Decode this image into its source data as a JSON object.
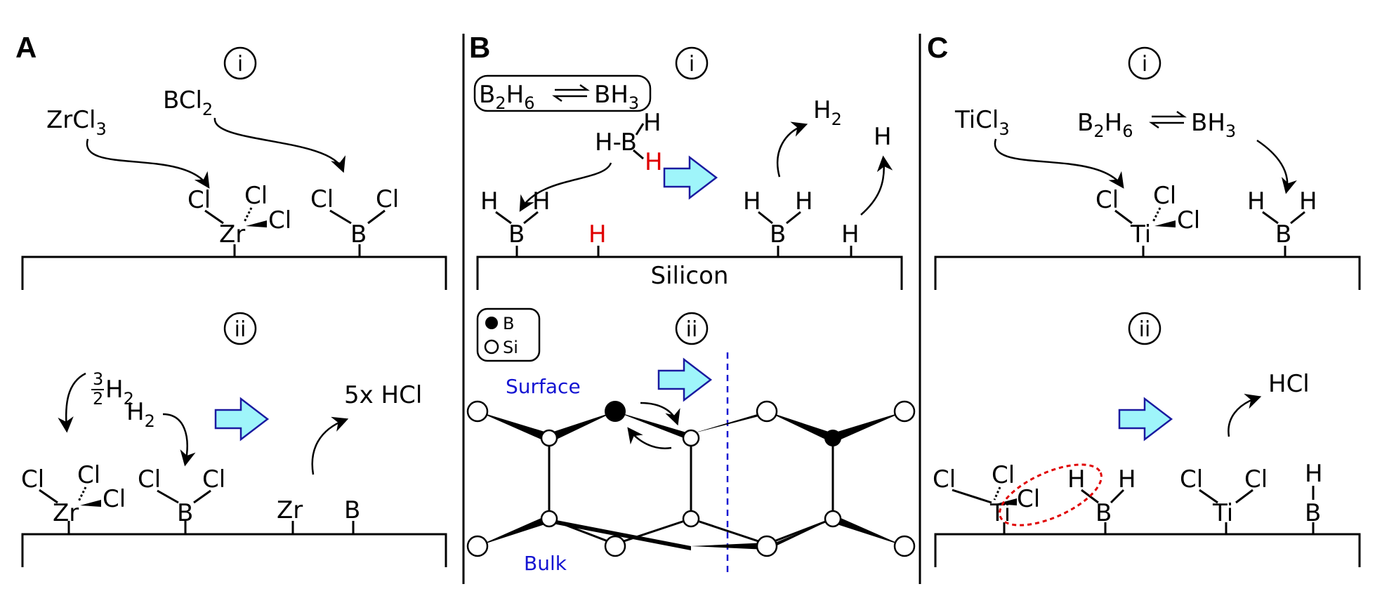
{
  "panels": {
    "a": "A",
    "b": "B",
    "c": "C"
  },
  "roman": {
    "i": "i",
    "ii": "ii"
  },
  "panelA": {
    "zrcl3": "ZrCl",
    "zrcl3_sub": "3",
    "bcl2": "BCl",
    "bcl2_sub": "2",
    "cl": "Cl",
    "zr": "Zr",
    "b": "B",
    "h2_frac_num": "3",
    "h2_frac_den": "2",
    "h2": "H",
    "h2_sub": "2",
    "hcl": "5x HCl"
  },
  "panelB": {
    "eq_b": "B",
    "eq_2": "2",
    "eq_h": "H",
    "eq_6": "6",
    "eq_bh": "BH",
    "eq_3": "3",
    "h": "H",
    "b": "B",
    "hb": "H-B",
    "h2": "H",
    "h2_sub": "2",
    "silicon": "Silicon",
    "legend_b": "B",
    "legend_si": "Si",
    "surface": "Surface",
    "bulk": "Bulk"
  },
  "panelC": {
    "ticl3": "TiCl",
    "ticl3_sub": "3",
    "eq_b": "B",
    "eq_2": "2",
    "eq_h": "H",
    "eq_6": "6",
    "eq_bh": "BH",
    "eq_3": "3",
    "cl": "Cl",
    "ti": "Ti",
    "h": "H",
    "b": "B",
    "hcl": "HCl"
  },
  "colors": {
    "arrow_fill": "#9ff5fa",
    "arrow_stroke": "#1a1aa0",
    "red": "#e00000",
    "blue": "#1414d2"
  }
}
